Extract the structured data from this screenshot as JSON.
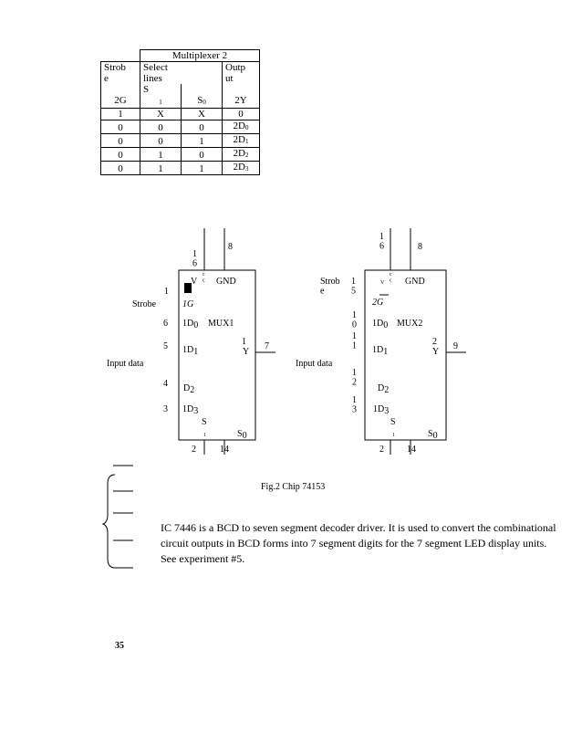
{
  "table": {
    "title": "Multiplexer 2",
    "header": {
      "strobe": "Strob\ne",
      "select": "Select\nlines",
      "output": "Outp\nut",
      "s1": "S",
      "s1_sub": "1",
      "col_strobe": "2G",
      "col_s0": "S",
      "col_s0_sub": "0",
      "col_out": "2Y"
    },
    "rows": [
      {
        "g": "1",
        "s1": "X",
        "s0": "X",
        "y": "0",
        "y_sub": ""
      },
      {
        "g": "0",
        "s1": "0",
        "s0": "0",
        "y": "2D",
        "y_sub": "0"
      },
      {
        "g": "0",
        "s1": "0",
        "s0": "1",
        "y": "2D",
        "y_sub": "1"
      },
      {
        "g": "0",
        "s1": "1",
        "s0": "0",
        "y": "2D",
        "y_sub": "2"
      },
      {
        "g": "0",
        "s1": "1",
        "s0": "1",
        "y": "2D",
        "y_sub": "3"
      }
    ]
  },
  "chip1": {
    "pin_top_left": "1\n6",
    "pin_top_right": "8",
    "vcc_v": "V",
    "vcc_c": "c\nc",
    "gnd": "GND",
    "strobe_label": "Strobe",
    "strobe_pin": "1",
    "g_label": "1G",
    "pin6": "6",
    "d0": "1D",
    "d0_sub": "0",
    "mux": "MUX1",
    "pin5": "5",
    "d1": "1D",
    "d1_sub": "1",
    "y_pin": "1",
    "y_label": "Y",
    "out_pin": "7",
    "input_data": "Input data",
    "pin4": "4",
    "d2": "D",
    "d2_sub": "2",
    "pin3": "3",
    "d3": "1D",
    "d3_sub": "3",
    "s_label": "S",
    "s_sub": "1",
    "s0": "S",
    "s0_sub": "0",
    "pin_bottom_left": "2",
    "pin_bottom_right": "14"
  },
  "chip2": {
    "pin_top_left": "1\n6",
    "pin_top_right": "8",
    "vcc_v": "V",
    "vcc_c": "c\nc",
    "gnd": "GND",
    "strobe_label": "Strob\ne",
    "strobe_pin": "1\n5",
    "g_label": "2G",
    "pin10": "1\n0",
    "d0": "1D",
    "d0_sub": "0",
    "mux": "MUX2",
    "pin11": "1\n1",
    "d1": "1D",
    "d1_sub": "1",
    "y_pin": "2",
    "y_label": "Y",
    "out_pin": "9",
    "input_data": "Input data",
    "pin12": "1\n2",
    "d2": "D",
    "d2_sub": "2",
    "pin13": "1\n3",
    "d3": "1D",
    "d3_sub": "3",
    "s_label": "S",
    "s_sub": "1",
    "s0": "S",
    "s0_sub": "0",
    "pin_bottom_left": "2",
    "pin_bottom_right": "14"
  },
  "caption": "Fig.2 Chip 74153",
  "paragraph": "IC 7446 is a BCD to seven segment decoder driver. It is used to convert the combinational circuit outputs in BCD forms into 7 segment digits for the 7 segment LED display units. See experiment #5.",
  "page_number": "35"
}
